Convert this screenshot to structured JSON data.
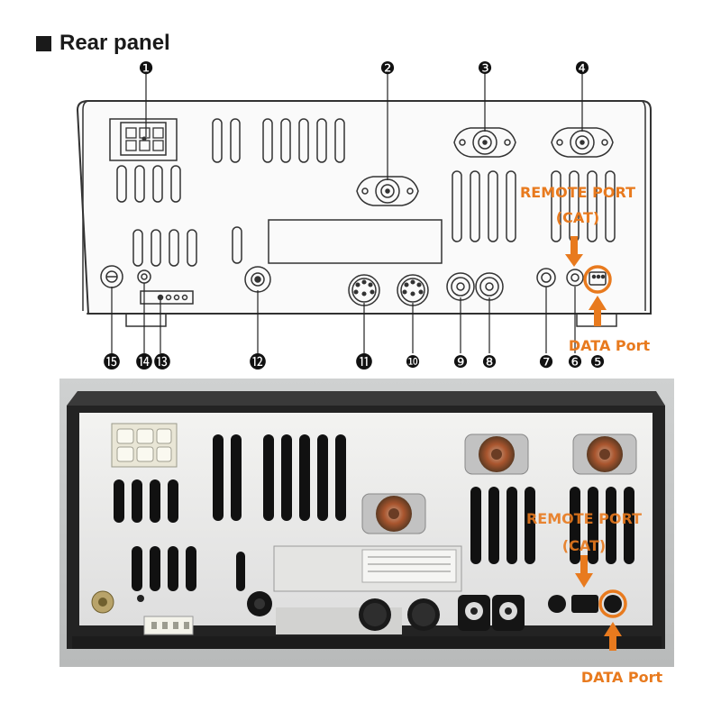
{
  "heading": "Rear panel",
  "markers": [
    "❶",
    "❷",
    "❸",
    "❹",
    "❺",
    "❻",
    "❼",
    "❽",
    "❾",
    "❿",
    "⓫",
    "⓬",
    "⓭",
    "⓮",
    "⓯"
  ],
  "callouts": {
    "remote_port": "REMOTE PORT",
    "cat": "(CAT)",
    "data_port": "DATA Port",
    "remote_port_photo": "REMOTE PORT",
    "cat_photo": "(CAT)",
    "data_port_photo": "DATA Port"
  },
  "colors": {
    "accent": "#e87a1e",
    "panel": "#f2f2f2",
    "chassis": "#2b2b2b"
  }
}
